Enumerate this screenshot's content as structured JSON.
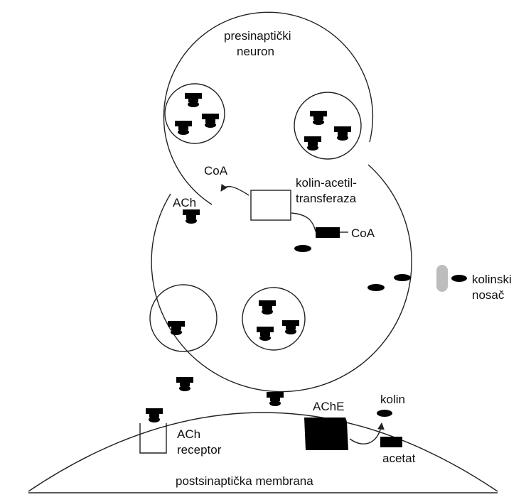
{
  "labels": {
    "presynaptic_line1": "presinaptički",
    "presynaptic_line2": "neuron",
    "coa_top": "CoA",
    "ach_top": "ACh",
    "enzyme_line1": "kolin-acetil-",
    "enzyme_line2": "transferaza",
    "coa_right": "CoA",
    "transporter_line1": "kolinski",
    "transporter_line2": "nosač",
    "ache": "AChE",
    "kolin": "kolin",
    "acetat": "acetat",
    "receptor_line1": "ACh",
    "receptor_line2": "receptor",
    "postsynaptic": "postsinaptička membrana"
  }
}
